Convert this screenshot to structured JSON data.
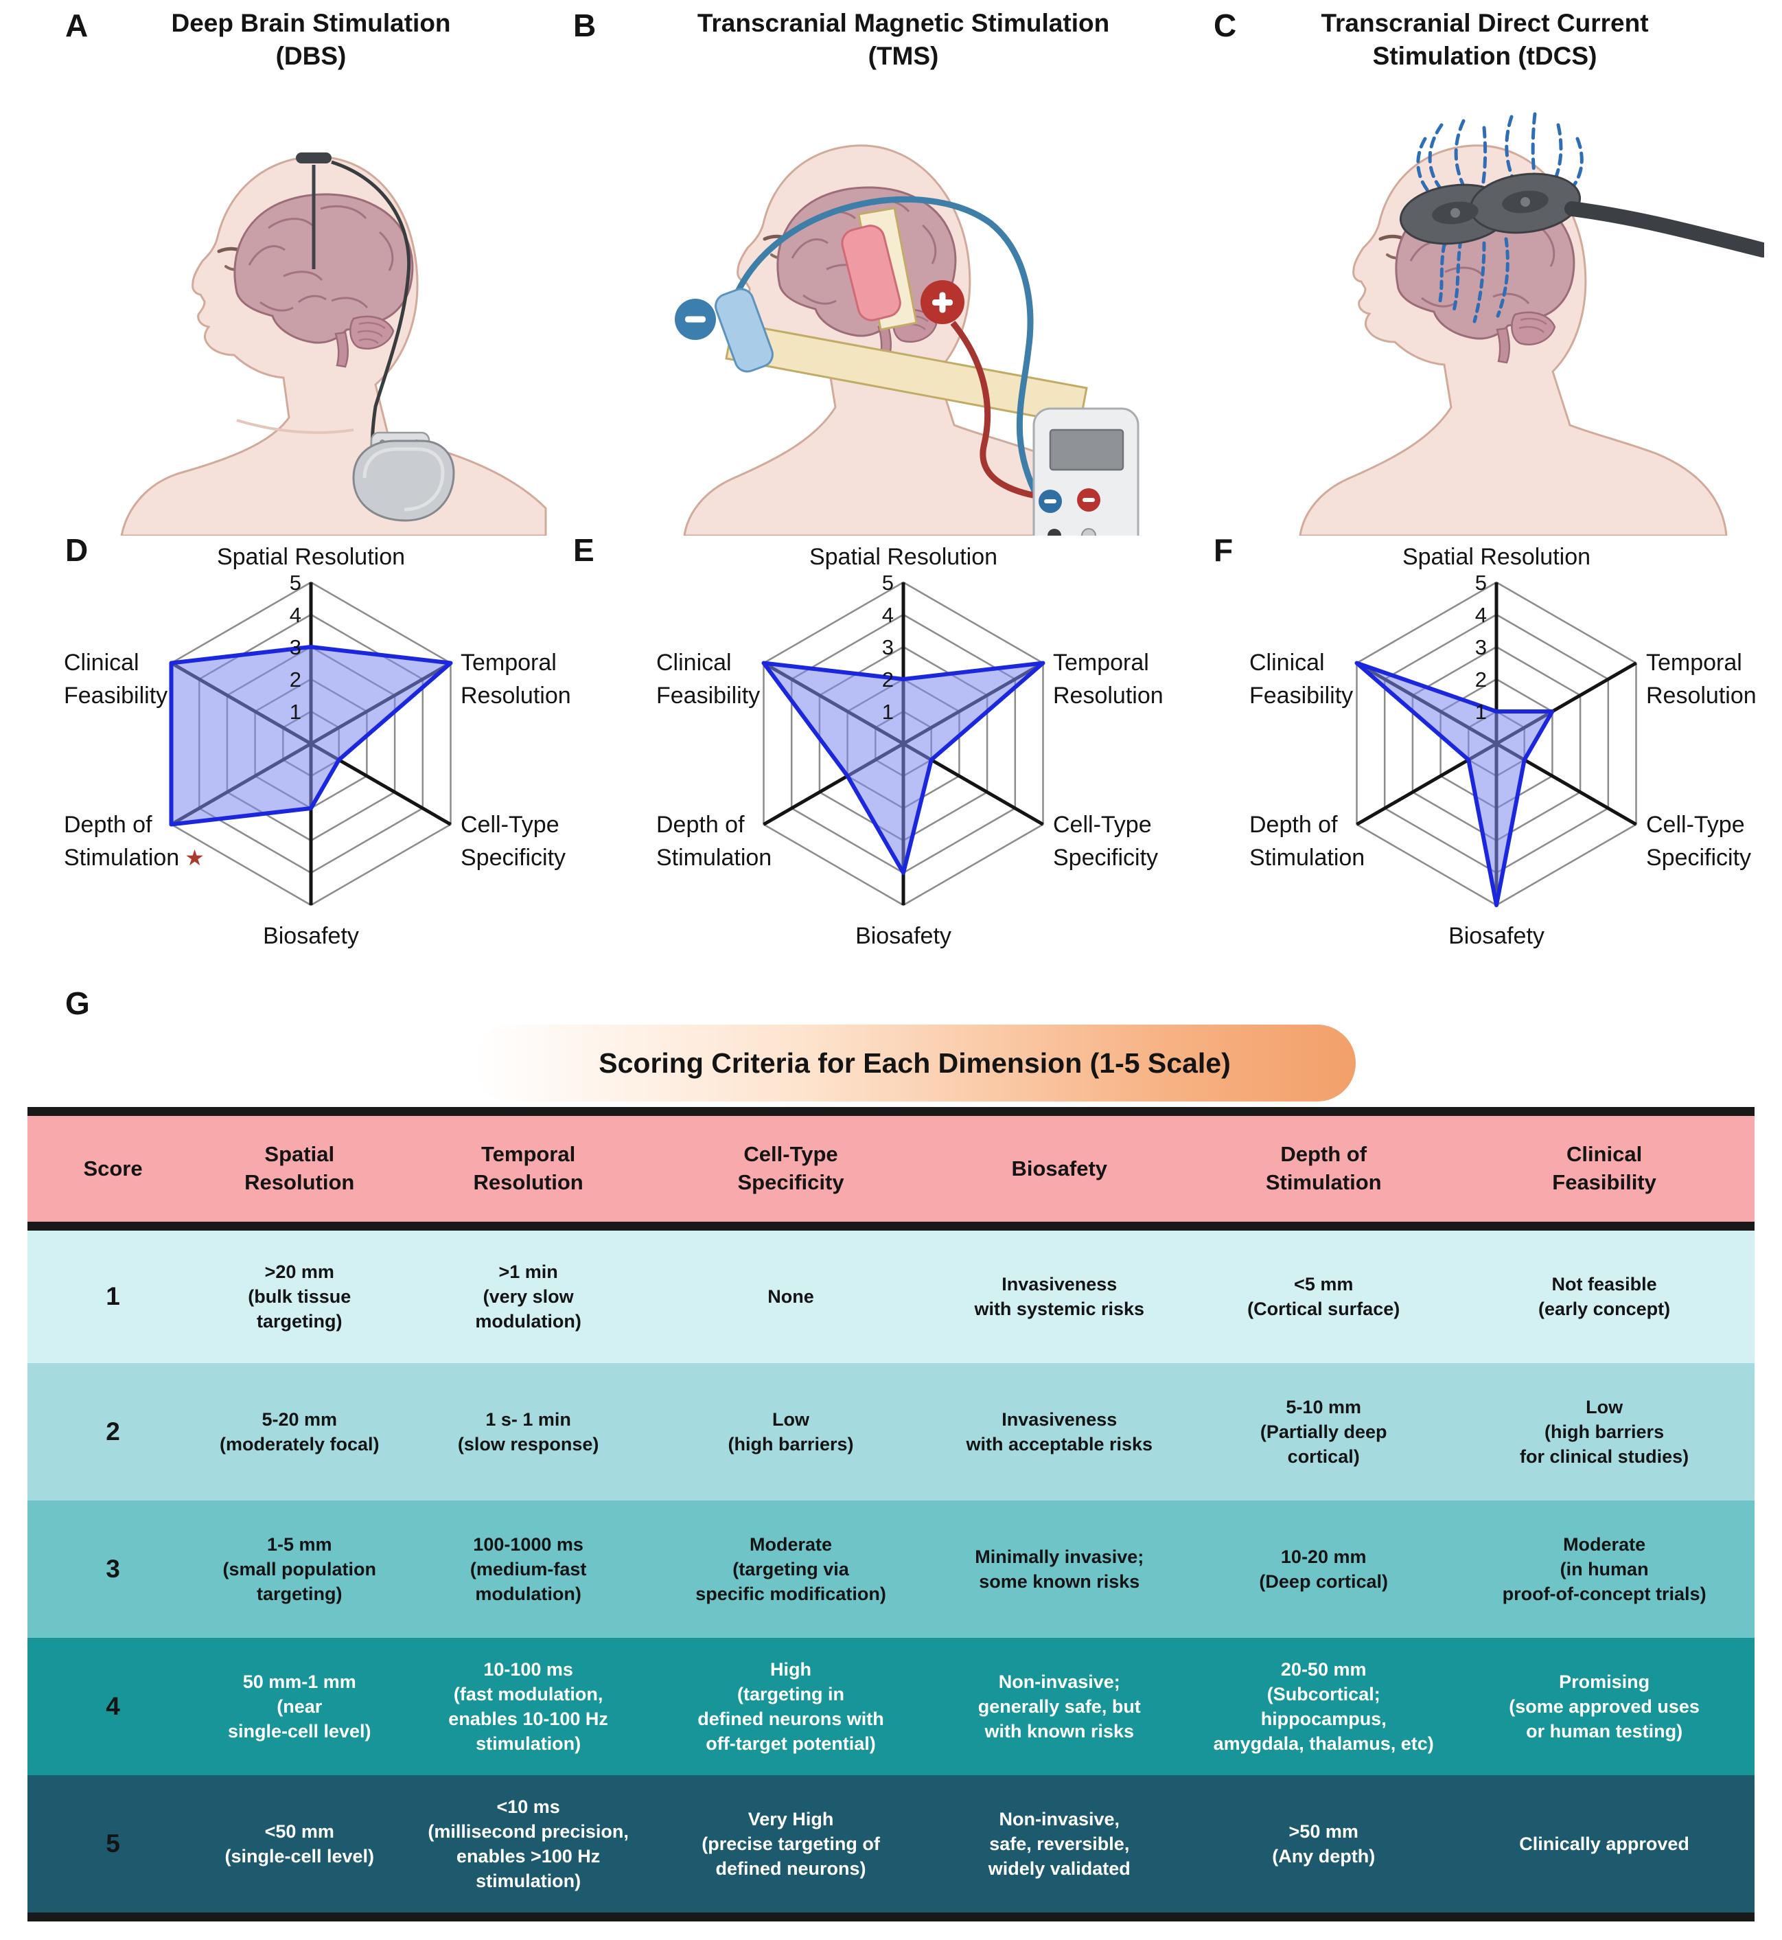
{
  "letters": {
    "a": "A",
    "b": "B",
    "c": "C",
    "d": "D",
    "e": "E",
    "f": "F",
    "g": "G"
  },
  "panels": {
    "a": {
      "line1": "Deep Brain Stimulation",
      "line2": "(DBS)"
    },
    "b": {
      "line1": "Transcranial Magnetic Stimulation",
      "line2": "(TMS)"
    },
    "c": {
      "line1": "Transcranial Direct Current",
      "line2": "Stimulation (tDCS)"
    }
  },
  "radar": {
    "axis_labels": [
      [
        "Spatial Resolution"
      ],
      [
        "Temporal",
        "Resolution"
      ],
      [
        "Cell-Type",
        "Specificity"
      ],
      [
        "Biosafety"
      ],
      [
        "Depth of",
        "Stimulation"
      ],
      [
        "Clinical",
        "Feasibility"
      ]
    ],
    "tick_labels": [
      "1",
      "2",
      "3",
      "4",
      "5"
    ],
    "depth_star": "★",
    "colors": {
      "polygon_fill": "#7d88ee",
      "polygon_stroke": "#1b27df",
      "grid": "#8c8c8c",
      "spoke": "#141414",
      "star": "#a93a2c",
      "text": "#141414"
    }
  },
  "chart_data": [
    {
      "type": "radar",
      "panel": "D",
      "technique": "DBS",
      "axes": [
        "Spatial Resolution",
        "Temporal Resolution",
        "Cell-Type Specificity",
        "Biosafety",
        "Depth of Stimulation",
        "Clinical Feasibility"
      ],
      "values": [
        3,
        5,
        1,
        2,
        5,
        5
      ],
      "range": [
        0,
        5
      ],
      "star_axis": "Depth of Stimulation"
    },
    {
      "type": "radar",
      "panel": "E",
      "technique": "TMS",
      "axes": [
        "Spatial Resolution",
        "Temporal Resolution",
        "Cell-Type Specificity",
        "Biosafety",
        "Depth of Stimulation",
        "Clinical Feasibility"
      ],
      "values": [
        2,
        5,
        1,
        4,
        2,
        5
      ],
      "range": [
        0,
        5
      ]
    },
    {
      "type": "radar",
      "panel": "F",
      "technique": "tDCS",
      "axes": [
        "Spatial Resolution",
        "Temporal Resolution",
        "Cell-Type Specificity",
        "Biosafety",
        "Depth of Stimulation",
        "Clinical Feasibility"
      ],
      "values": [
        1,
        2,
        1,
        5,
        1,
        5
      ],
      "range": [
        0,
        5
      ]
    }
  ],
  "scoring": {
    "banner_title": "Scoring Criteria for Each Dimension (1-5 Scale)",
    "columns": [
      "Score",
      "Spatial\nResolution",
      "Temporal\nResolution",
      "Cell-Type\nSpecificity",
      "Biosafety",
      "Depth of\nStimulation",
      "Clinical\nFeasibility"
    ],
    "rows": [
      {
        "score": "1",
        "bg": "#d3f0f2",
        "text_color": "#141414",
        "cells": [
          ">20 mm\n(bulk tissue\ntargeting)",
          ">1 min\n(very slow\nmodulation)",
          "None",
          "Invasiveness\nwith systemic risks",
          "<5 mm\n(Cortical surface)",
          "Not feasible\n(early concept)"
        ]
      },
      {
        "score": "2",
        "bg": "#a5dbdf",
        "text_color": "#141414",
        "cells": [
          "5-20 mm\n(moderately focal)",
          "1 s- 1 min\n(slow response)",
          "Low\n(high barriers)",
          "Invasiveness\nwith acceptable risks",
          "5-10 mm\n(Partially deep\ncortical)",
          "Low\n(high barriers\nfor clinical studies)"
        ]
      },
      {
        "score": "3",
        "bg": "#6fc4c8",
        "text_color": "#141414",
        "cells": [
          "1-5 mm\n(small population\ntargeting)",
          "100-1000 ms\n(medium-fast\nmodulation)",
          "Moderate\n(targeting via\nspecific modification)",
          "Minimally invasive;\nsome known risks",
          "10-20 mm\n(Deep cortical)",
          "Moderate\n(in human\nproof-of-concept trials)"
        ]
      },
      {
        "score": "4",
        "bg": "#189598",
        "text_color": "#ffffff",
        "cells": [
          "50 mm-1 mm\n(near\nsingle-cell level)",
          "10-100 ms\n(fast modulation,\nenables 10-100 Hz\nstimulation)",
          "High\n(targeting in\ndefined neurons with\noff-target potential)",
          "Non-invasive;\ngenerally safe, but\nwith known risks",
          "20-50 mm\n(Subcortical;\nhippocampus,\namygdala, thalamus, etc)",
          "Promising\n(some approved uses\nor human testing)"
        ]
      },
      {
        "score": "5",
        "bg": "#1d5a6e",
        "text_color": "#ffffff",
        "cells": [
          "<50 mm\n(single-cell level)",
          "<10 ms\n(millisecond precision,\nenables >100 Hz\nstimulation)",
          "Very High\n(precise targeting of\ndefined neurons)",
          "Non-invasive,\nsafe, reversible,\nwidely validated",
          ">50 mm\n(Any depth)",
          "Clinically approved"
        ]
      }
    ]
  }
}
